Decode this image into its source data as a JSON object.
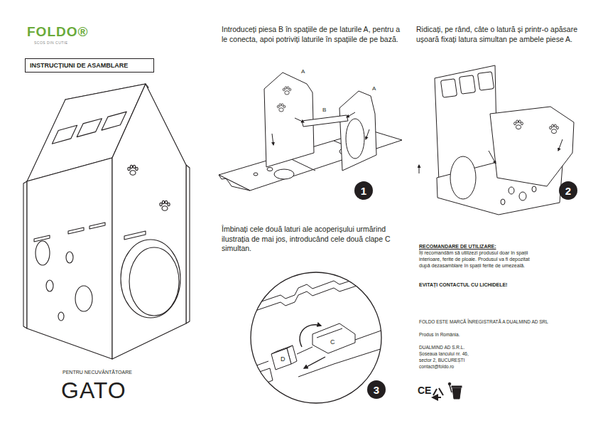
{
  "diagram": {
    "nodes": [
      {
        "text": [
          "INSTRUCȚIUNI DE ASAMBLARE"
        ]
      },
      {
        "text": [
          "1"
        ]
      },
      {
        "text": [
          "2"
        ]
      },
      {
        "text": [
          "3"
        ]
      }
    ],
    "labels": [
      "FOLDO®",
      "SCOS DIN CUTIE",
      "PENTRU NECUVÂNTĂTOARE",
      "GATO",
      "Introduceți piesa B în spațiile de pe laturile A, pentru a le conecta, apoi potriviți laturile în spațiile de pe bază.",
      "A",
      "A",
      "B",
      "Ridicați, pe rând, câte o latură și printr-o apăsare ușoară fixați latura simultan pe ambele piese A.",
      "Îmbinați cele două laturi ale acoperișului urmărind ilustrația de mai jos, introducând cele două clape C simultan.",
      "C",
      "D",
      "RECOMANDARE DE UTILIZARE:",
      "Îți recomandăm să utilizezi produsul doar în spații interioare, ferite de ploaie. Produsul va fi depozitat după dezasamblare în spații ferite de umezeală.",
      "EVITAȚI CONTACTUL CU LICHIDELE!",
      "FOLDO ESTE MARCĂ ÎNREGISTRATĂ A DUALMIND AD SRL",
      "Produs în România.",
      "DUALMIND AD S.R.L.",
      "Șoseaua Iancului nr. 46,",
      "sector 2, BUCUREȘTI",
      "contact@foldo.ro",
      "CE"
    ]
  }
}
